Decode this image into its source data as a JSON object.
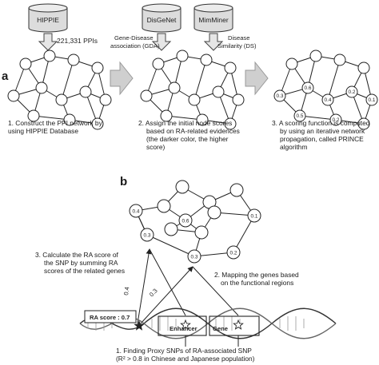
{
  "panel_a": {
    "label": "a",
    "databases": {
      "hippie": "HIPPIE",
      "disgenet": "DisGeNet",
      "mimminer": "MimMiner"
    },
    "ppi_count": "221,331 PPIs",
    "gda_label": [
      "Gene-Disease",
      "association (GDA)"
    ],
    "ds_label": [
      "Disease",
      "Similarity (DS)"
    ],
    "node_scores_step3": [
      "0.3",
      "0.6",
      "0.4",
      "0.2",
      "0.1",
      "0.5",
      "0.2"
    ],
    "steps": [
      [
        "1. Construct the PPI network by",
        "using HIPPIE Database"
      ],
      [
        "2. Assign the initial node scores",
        "based on RA-related evidences",
        "(the darker color, the higher",
        "score)"
      ],
      [
        "3. A scoring function is computed",
        "by using an iterative network",
        "propagation,   called   PRINCE",
        "algorithm"
      ]
    ]
  },
  "panel_b": {
    "label": "b",
    "node_scores": [
      "0.4",
      "0.6",
      "0.1",
      "0.2",
      "0.3",
      "0.3"
    ],
    "calc_text": [
      "3. Calculate the RA score of",
      "the SNP by summing RA",
      "scores of the related genes"
    ],
    "map_text": [
      "2. Mapping the genes based",
      "on the functional regions"
    ],
    "edge_weights": [
      "0.4",
      "0.3"
    ],
    "ra_score": "RA score : 0.7",
    "region_enhancer": "Enhancer",
    "region_gene": "Gene",
    "finding_text": [
      "1. Finding Proxy SNPs of RA-associated SNP",
      "(R² > 0.8 in Chinese and Japanese population)"
    ]
  },
  "colors": {
    "dark_node": "#333333",
    "mid_node": "#777777",
    "light_node": "#b5b5b5",
    "db_fill": "#dcdcdc",
    "arrow_fill": "#cfcfcf"
  }
}
